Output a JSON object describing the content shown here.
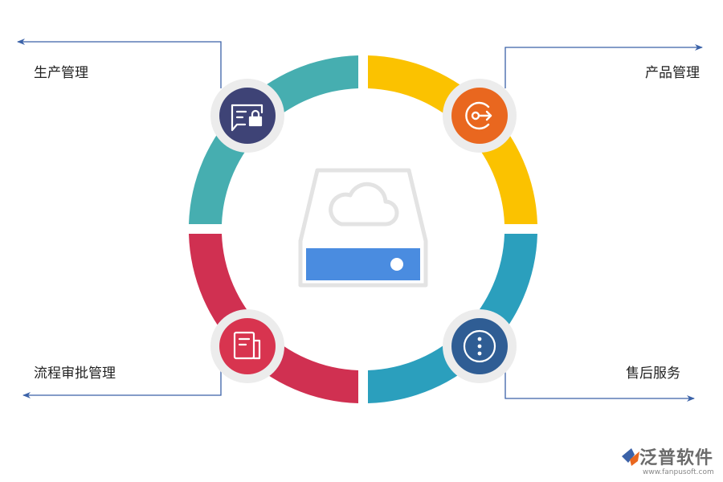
{
  "modules": {
    "top_left": {
      "label": "生产管理",
      "color": "#46aeb0",
      "icon_bg": "#3e4376",
      "icon": "message-lock-icon"
    },
    "top_right": {
      "label": "产品管理",
      "color": "#fbc200",
      "icon_bg": "#e9671f",
      "icon": "key-arrow-icon"
    },
    "bottom_left": {
      "label": "流程审批管理",
      "color": "#d03051",
      "icon_bg": "#d8344f",
      "icon": "document-icon"
    },
    "bottom_right": {
      "label": "售后服务",
      "color": "#2b9fbd",
      "icon_bg": "#2f5d94",
      "icon": "more-dots-icon"
    }
  },
  "center": {
    "icon": "cloud-storage-icon"
  },
  "colors": {
    "arrow": "#3b62a8",
    "icon_ring": "#ececec",
    "storage_outline": "#e3e3e3",
    "storage_bar": "#4a8ce0"
  },
  "brand": {
    "name": "泛普软件",
    "url": "www.fanpusoft.com"
  }
}
